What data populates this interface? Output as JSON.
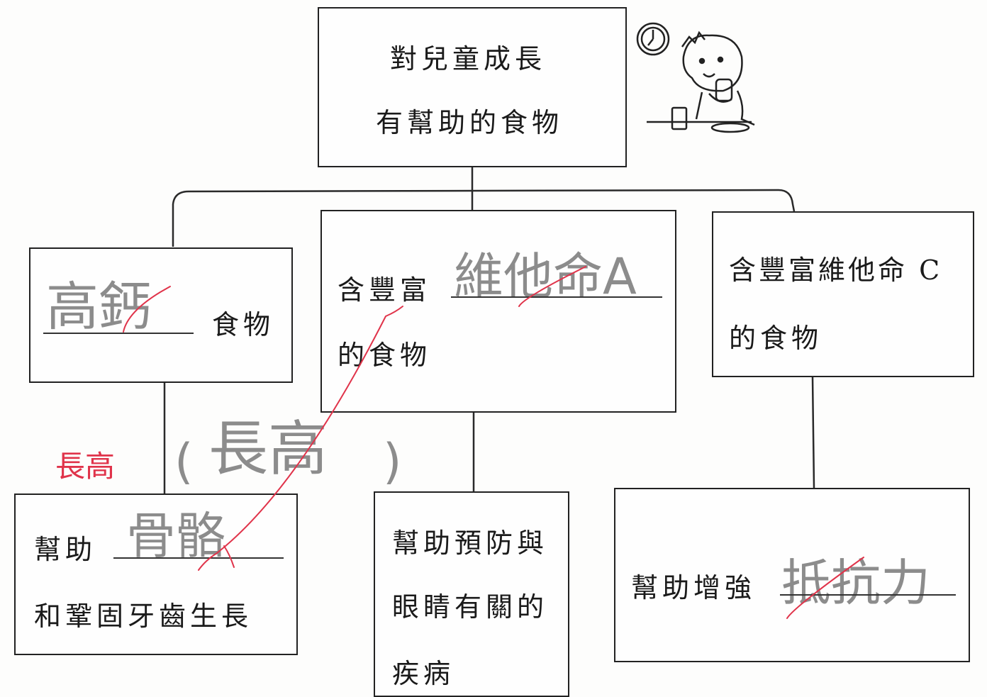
{
  "root": {
    "line1": "對兒童成長",
    "line2": "有幫助的食物"
  },
  "calcium_box": {
    "answer": "高鈣",
    "suffix": "食物"
  },
  "vitamin_a_box": {
    "prefix": "含豐富",
    "answer": "維他命A",
    "line2": "的食物"
  },
  "vitamin_c_box": {
    "line1": "含豐富維他命 C",
    "line2": "的食物"
  },
  "bones_box": {
    "prefix": "幫助",
    "answer": "骨骼",
    "line2": "和鞏固牙齒生長",
    "bracket_note": "長高",
    "correction": "長高"
  },
  "eyes_box": {
    "line1": "幫助預防與",
    "line2": "眼睛有關的",
    "line3": "疾病"
  },
  "immunity_box": {
    "prefix": "幫助增強",
    "answer": "抵抗力"
  },
  "marks": {
    "correct": "#e0334a",
    "handwriting": "#8c8c8c"
  },
  "illustration": {
    "icons": [
      "clock-icon",
      "child-drinking-icon"
    ]
  }
}
